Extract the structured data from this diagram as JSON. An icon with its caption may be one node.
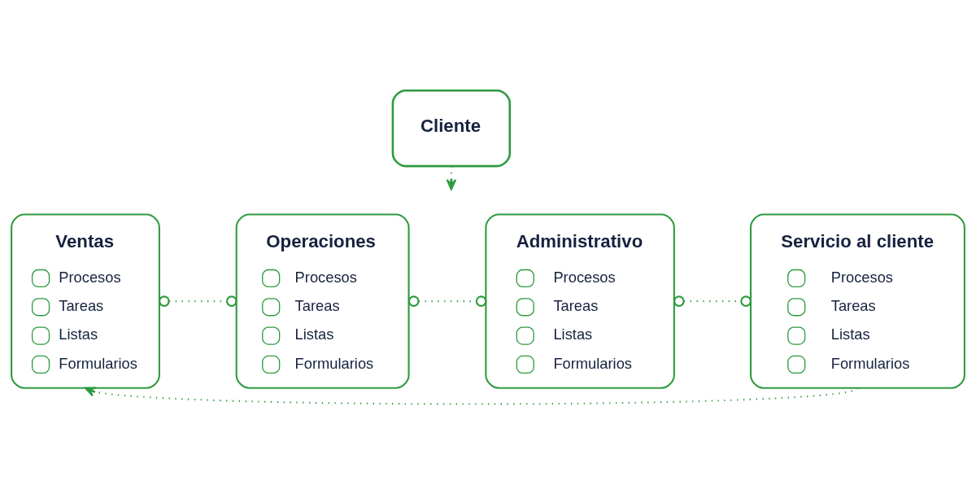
{
  "diagram": {
    "nodes": [
      {
        "text": [
          "Cliente"
        ]
      },
      {
        "text": [
          "Ventas",
          "Procesos",
          "Tareas",
          "Listas",
          "Formularios"
        ]
      },
      {
        "text": [
          "Operaciones",
          "Procesos",
          "Tareas",
          "Listas",
          "Formularios"
        ]
      },
      {
        "text": [
          "Administrativo",
          "Procesos",
          "Tareas",
          "Listas",
          "Formularios"
        ]
      },
      {
        "text": [
          "Servicio al cliente",
          "Procesos",
          "Tareas",
          "Listas",
          "Formularios"
        ]
      }
    ],
    "edges": [
      {
        "from": 0,
        "to": null,
        "arrow": "to",
        "style": "dashed"
      },
      {
        "from": 1,
        "to": 2,
        "arrow": "other",
        "style": "dashed"
      },
      {
        "from": 2,
        "to": 3,
        "arrow": "other",
        "style": "dashed"
      },
      {
        "from": 3,
        "to": 4,
        "arrow": "other",
        "style": "dashed"
      },
      {
        "from": 4,
        "to": 1,
        "arrow": "to",
        "style": "dashed"
      }
    ]
  }
}
